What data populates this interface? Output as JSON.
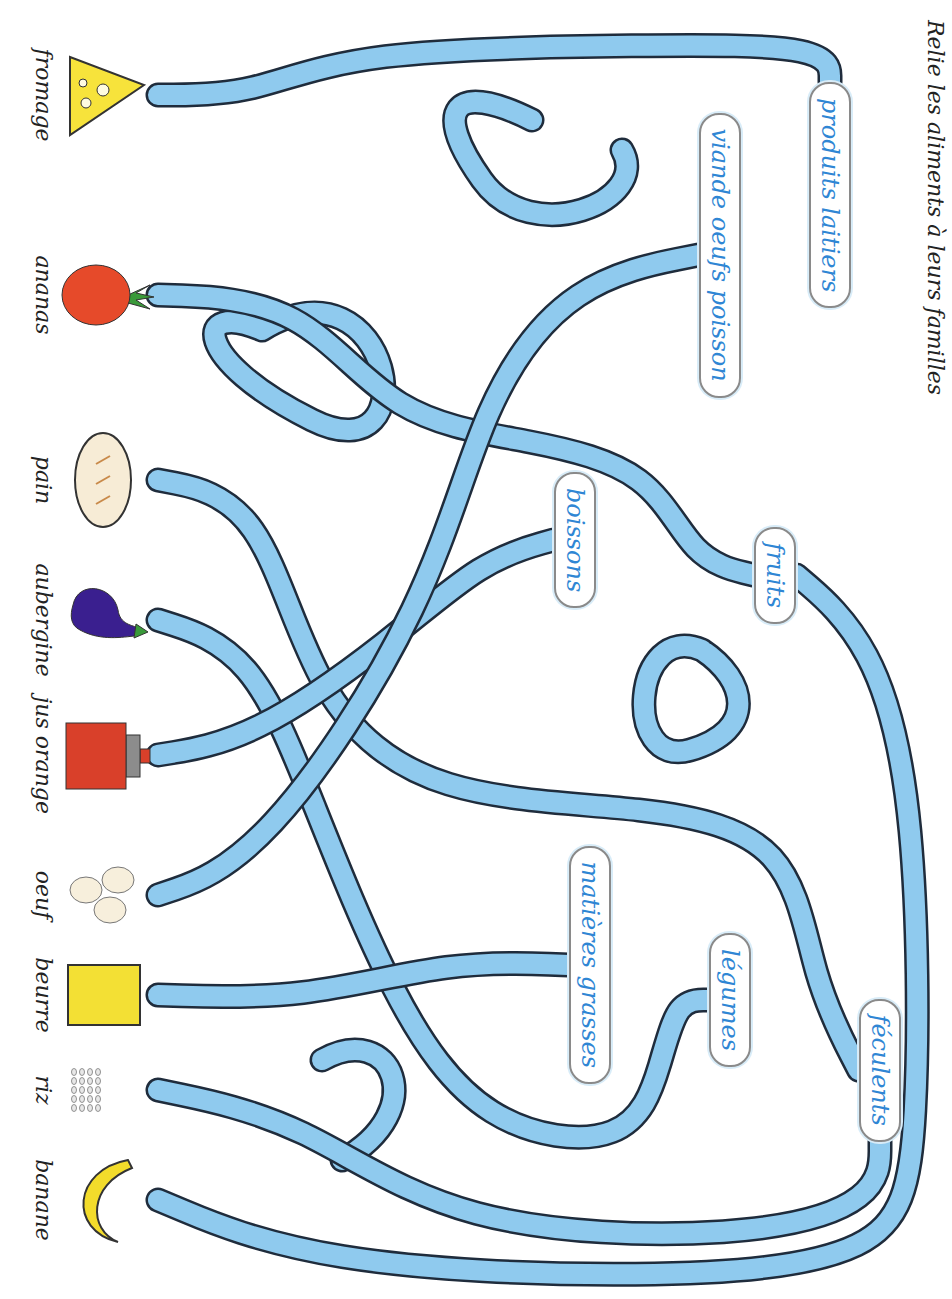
{
  "diagram": {
    "title": "Relie les aliments à leurs familles",
    "nodes": [
      {
        "text": [
          "produits laitiers"
        ]
      },
      {
        "text": [
          "viande oeufs poisson"
        ]
      },
      {
        "text": [
          "fruits"
        ]
      },
      {
        "text": [
          "boissons"
        ]
      },
      {
        "text": [
          "matières grasses"
        ]
      },
      {
        "text": [
          "légumes"
        ]
      },
      {
        "text": [
          "féculents"
        ]
      },
      {
        "text": [
          "fromage"
        ]
      },
      {
        "text": [
          "ananas"
        ]
      },
      {
        "text": [
          "pain"
        ]
      },
      {
        "text": [
          "aubergine"
        ]
      },
      {
        "text": [
          "jus orange"
        ]
      },
      {
        "text": [
          "oeuf"
        ]
      },
      {
        "text": [
          "beurre"
        ]
      },
      {
        "text": [
          "riz"
        ]
      },
      {
        "text": [
          "banane"
        ]
      }
    ],
    "edges": [
      {
        "from": 7,
        "to": 0,
        "arrow": "none"
      },
      {
        "from": 8,
        "to": 2,
        "arrow": "none"
      },
      {
        "from": 9,
        "to": 6,
        "arrow": "none"
      },
      {
        "from": 10,
        "to": 5,
        "arrow": "none"
      },
      {
        "from": 11,
        "to": 3,
        "arrow": "none"
      },
      {
        "from": 12,
        "to": 1,
        "arrow": "none"
      },
      {
        "from": 13,
        "to": 4,
        "arrow": "none"
      },
      {
        "from": 14,
        "to": 6,
        "arrow": "none"
      },
      {
        "from": 15,
        "to": 2,
        "arrow": "none"
      }
    ]
  }
}
